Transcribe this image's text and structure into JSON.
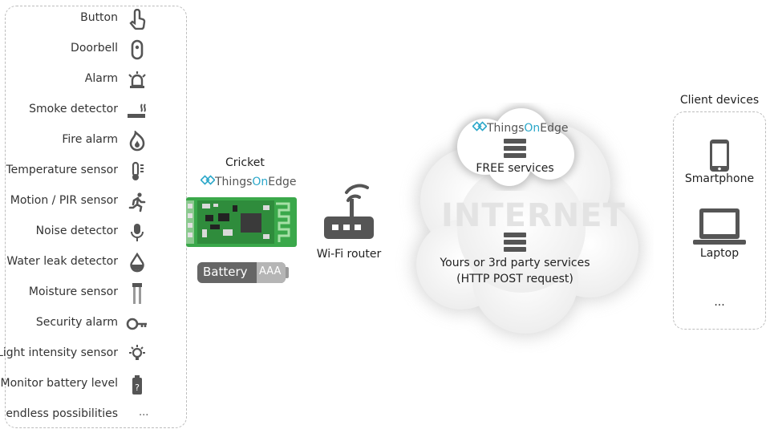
{
  "sensors": [
    {
      "label": "Button",
      "icon": "finger-press-icon"
    },
    {
      "label": "Doorbell",
      "icon": "doorbell-icon"
    },
    {
      "label": "Alarm",
      "icon": "alarm-bell-icon"
    },
    {
      "label": "Smoke detector",
      "icon": "smoke-icon"
    },
    {
      "label": "Fire alarm",
      "icon": "flame-icon"
    },
    {
      "label": "Temperature sensor",
      "icon": "thermometer-icon"
    },
    {
      "label": "Motion / PIR sensor",
      "icon": "running-person-icon"
    },
    {
      "label": "Noise detector",
      "icon": "microphone-icon"
    },
    {
      "label": "Water leak detector",
      "icon": "water-drop-icon"
    },
    {
      "label": "Moisture sensor",
      "icon": "moisture-probe-icon"
    },
    {
      "label": "Security alarm",
      "icon": "key-icon"
    },
    {
      "label": "Light intensity sensor",
      "icon": "light-bulb-icon"
    },
    {
      "label": "Monitor battery level",
      "icon": "battery-question-icon"
    },
    {
      "label": "endless possibilities",
      "icon": "ellipsis-icon",
      "icon_text": "..."
    }
  ],
  "module": {
    "title": "Cricket",
    "brand_part1": "Things",
    "brand_part2": "On",
    "brand_part3": "Edge",
    "battery_label": "Battery",
    "battery_cell": "AAA"
  },
  "router": {
    "label": "Wi-Fi router"
  },
  "internet": {
    "label": "INTERNET",
    "top_cloud_brand_part1": "Things",
    "top_cloud_brand_part2": "On",
    "top_cloud_brand_part3": "Edge",
    "free_services": "FREE services",
    "third_party_line1": "Yours or 3rd party services",
    "third_party_line2": "(HTTP POST request)"
  },
  "clients": {
    "title": "Client devices",
    "smartphone": "Smartphone",
    "laptop": "Laptop",
    "more": "..."
  },
  "colors": {
    "brand_accent": "#2aa7c9",
    "icon_dark": "#555555",
    "pcb_green": "#3aa84a",
    "panel_border": "#bdbdbd"
  }
}
